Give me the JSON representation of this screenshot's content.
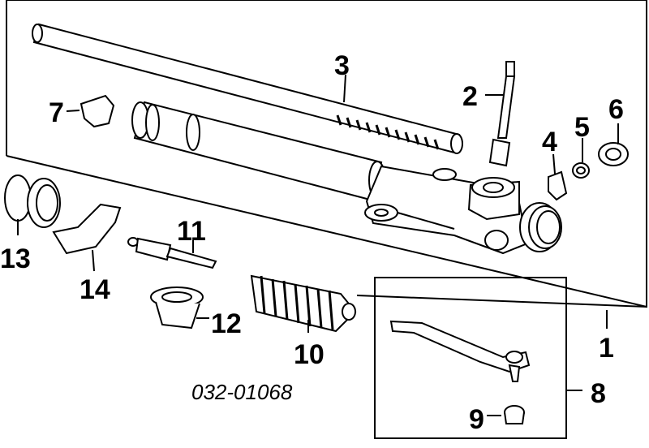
{
  "diagram": {
    "part_code": "032-01068",
    "callouts": {
      "c1": "1",
      "c2": "2",
      "c3": "3",
      "c4": "4",
      "c5": "5",
      "c6": "6",
      "c7": "7",
      "c8": "8",
      "c9": "9",
      "c10": "10",
      "c11": "11",
      "c12": "12",
      "c13": "13",
      "c14": "14"
    }
  }
}
